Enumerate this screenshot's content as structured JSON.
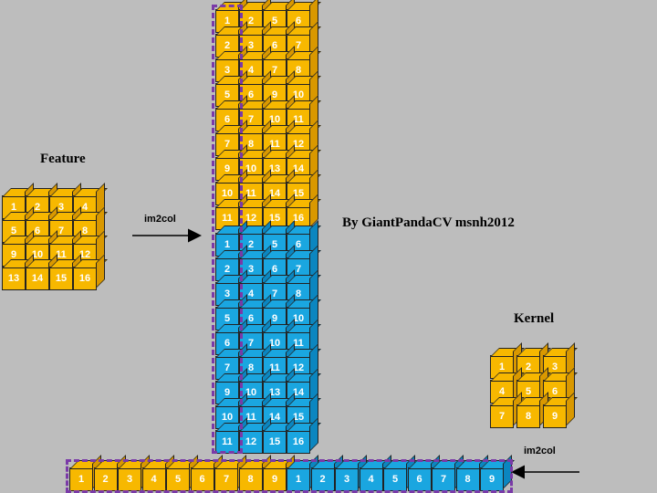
{
  "colors": {
    "yellow": "#f7b800",
    "yellow_dark": "#d99800",
    "blue": "#1aa6e0",
    "blue_dark": "#0b86c0",
    "purple": "#7a3aa8"
  },
  "labels": {
    "feature": "Feature",
    "kernel": "Kernel",
    "im2col_left": "im2col",
    "im2col_right": "im2col",
    "credit": "By GiantPandaCV msnh2012"
  },
  "feature_rows": [
    [
      "1",
      "2",
      "3",
      "4"
    ],
    [
      "5",
      "6",
      "7",
      "8"
    ],
    [
      "9",
      "10",
      "11",
      "12"
    ],
    [
      "13",
      "14",
      "15",
      "16"
    ]
  ],
  "kernel_rows": [
    [
      "1",
      "2",
      "3"
    ],
    [
      "4",
      "5",
      "6"
    ],
    [
      "7",
      "8",
      "9"
    ]
  ],
  "column_rows": [
    [
      "1",
      "2",
      "5",
      "6"
    ],
    [
      "2",
      "3",
      "6",
      "7"
    ],
    [
      "3",
      "4",
      "7",
      "8"
    ],
    [
      "5",
      "6",
      "9",
      "10"
    ],
    [
      "6",
      "7",
      "10",
      "11"
    ],
    [
      "7",
      "8",
      "11",
      "12"
    ],
    [
      "9",
      "10",
      "13",
      "14"
    ],
    [
      "10",
      "11",
      "14",
      "15"
    ],
    [
      "11",
      "12",
      "15",
      "16"
    ]
  ],
  "kernel_row_yellow": [
    "1",
    "2",
    "3",
    "4",
    "5",
    "6",
    "7",
    "8",
    "9"
  ],
  "kernel_row_blue": [
    "1",
    "2",
    "3",
    "4",
    "5",
    "6",
    "7",
    "8",
    "9"
  ]
}
